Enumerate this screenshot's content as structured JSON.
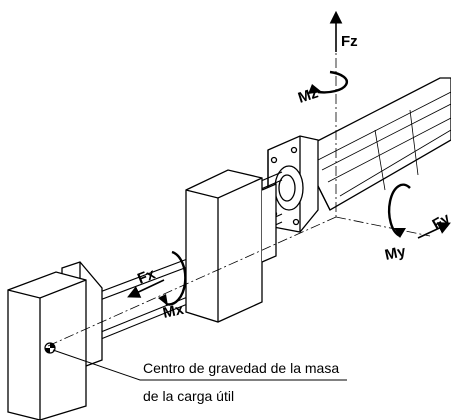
{
  "labels": {
    "fz": "Fz",
    "mz": "Mz",
    "fy": "Fy",
    "my": "My",
    "fx": "Fx",
    "mx": "Mx"
  },
  "caption": {
    "line1": "Centro de gravedad de la masa",
    "line2": "de la carga útil"
  },
  "colors": {
    "stroke": "#000000",
    "fill": "#ffffff",
    "hatch": "#555555"
  }
}
